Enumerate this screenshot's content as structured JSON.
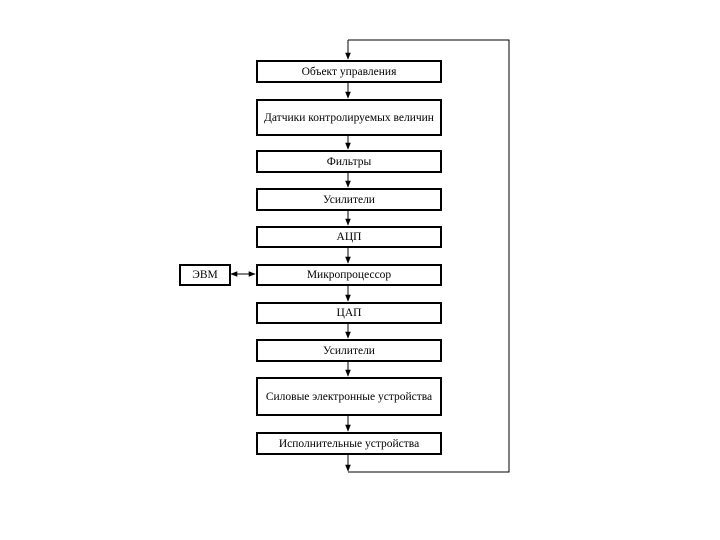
{
  "diagram": {
    "blocks": {
      "object": "Объект управления",
      "sensors": "Датчики контролируемых величин",
      "filters": "Фильтры",
      "amplifiers_in": "Усилители",
      "adc": "АЦП",
      "microprocessor": "Микропроцессор",
      "dac": "ЦАП",
      "amplifiers_out": "Усилители",
      "power_electronics": "Силовые электронные устройства",
      "actuators": "Исполнительные устройства",
      "computer": "ЭВМ"
    },
    "connections": [
      {
        "from": "object",
        "to": "sensors"
      },
      {
        "from": "sensors",
        "to": "filters"
      },
      {
        "from": "filters",
        "to": "amplifiers_in"
      },
      {
        "from": "amplifiers_in",
        "to": "adc"
      },
      {
        "from": "adc",
        "to": "microprocessor"
      },
      {
        "from": "microprocessor",
        "to": "dac"
      },
      {
        "from": "dac",
        "to": "amplifiers_out"
      },
      {
        "from": "amplifiers_out",
        "to": "power_electronics"
      },
      {
        "from": "power_electronics",
        "to": "actuators"
      },
      {
        "from": "actuators",
        "to": "object",
        "route": "feedback-loop"
      },
      {
        "from": "computer",
        "to": "microprocessor",
        "bidirectional": true
      }
    ]
  }
}
